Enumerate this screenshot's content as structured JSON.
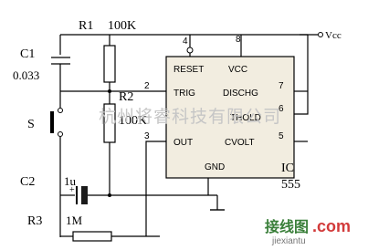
{
  "components": {
    "r1": {
      "ref": "R1",
      "value": "100K"
    },
    "r2": {
      "ref": "R2",
      "value": "100K"
    },
    "r3": {
      "ref": "R3",
      "value": "1M"
    },
    "c1": {
      "ref": "C1",
      "value": "0.033"
    },
    "c2": {
      "ref": "C2",
      "value": "1u"
    },
    "switch": {
      "ref": "S"
    },
    "supply": "Vcc",
    "ic": {
      "ref": "IC",
      "part": "555"
    }
  },
  "ic_pins": {
    "reset": "RESET",
    "vcc": "VCC",
    "trig": "TRIG",
    "dischg": "DISCHG",
    "thold": "THOLD",
    "out": "OUT",
    "cvolt": "CVOLT",
    "gnd": "GND"
  },
  "pin_numbers": {
    "trig": "2",
    "out": "3",
    "dischg": "7",
    "thold": "6",
    "cvolt": "5",
    "top": "8"
  },
  "colors": {
    "line": "#000000",
    "c2_fill": "#1b1b1b",
    "watermark": "#c6c6c6"
  },
  "watermark": {
    "text": "杭州将睿科技有限公司"
  },
  "logo": {
    "part1": "接线图",
    "part2": ".com",
    "part3": "jiexiantu"
  }
}
